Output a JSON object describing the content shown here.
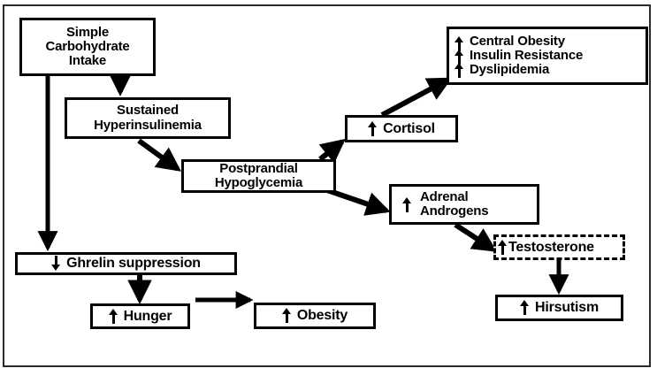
{
  "figure": {
    "type": "flowchart",
    "title": "Pathophysiologic cascade of simple carbohydrate intake",
    "border_color": "#2b2b2b",
    "node_border_color": "#000000",
    "background": "#ffffff"
  },
  "nodes": [
    {
      "id": "simple-carbohydrate-intake",
      "label": "Simple\nCarbohydrate\nIntake",
      "arrows": [],
      "border": "solid"
    },
    {
      "id": "sustained-hyperinsulinemia",
      "label": "Sustained\nHyperinsulinemia",
      "arrows": [],
      "border": "solid"
    },
    {
      "id": "postprandial-hypoglycemia",
      "label": "Postprandial\nHypoglycemia",
      "arrows": [],
      "border": "solid"
    },
    {
      "id": "cortisol",
      "label": "Cortisol",
      "arrows": [
        "up"
      ],
      "border": "solid"
    },
    {
      "id": "metabolic-syndrome",
      "label": "Central Obesity\nInsulin Resistance\nDyslipidemia",
      "arrows": [
        "up",
        "up",
        "up"
      ],
      "border": "solid"
    },
    {
      "id": "adrenal-androgens",
      "label": "Adrenal\nAndrogens",
      "arrows": [
        "up"
      ],
      "border": "solid"
    },
    {
      "id": "testosterone",
      "label": "Testosterone",
      "arrows": [
        "up"
      ],
      "border": "dashed"
    },
    {
      "id": "hirsutism",
      "label": "Hirsutism",
      "arrows": [
        "up"
      ],
      "border": "solid"
    },
    {
      "id": "ghrelin-suppression",
      "label": "Ghrelin suppression",
      "arrows": [
        "down"
      ],
      "border": "solid"
    },
    {
      "id": "hunger",
      "label": "Hunger",
      "arrows": [
        "up"
      ],
      "border": "solid"
    },
    {
      "id": "obesity",
      "label": "Obesity",
      "arrows": [
        "up"
      ],
      "border": "solid"
    }
  ],
  "edges": [
    {
      "from": "simple-carbohydrate-intake",
      "to": "sustained-hyperinsulinemia",
      "style": "straight-down"
    },
    {
      "from": "simple-carbohydrate-intake",
      "to": "ghrelin-suppression",
      "style": "long-down"
    },
    {
      "from": "sustained-hyperinsulinemia",
      "to": "postprandial-hypoglycemia",
      "style": "diagonal-down-right"
    },
    {
      "from": "postprandial-hypoglycemia",
      "to": "cortisol",
      "style": "diagonal-up-right"
    },
    {
      "from": "postprandial-hypoglycemia",
      "to": "adrenal-androgens",
      "style": "diagonal-down-right"
    },
    {
      "from": "cortisol",
      "to": "metabolic-syndrome",
      "style": "diagonal-up-right"
    },
    {
      "from": "adrenal-androgens",
      "to": "testosterone",
      "style": "diagonal-down-right"
    },
    {
      "from": "testosterone",
      "to": "hirsutism",
      "style": "straight-down"
    },
    {
      "from": "ghrelin-suppression",
      "to": "hunger",
      "style": "straight-down"
    },
    {
      "from": "hunger",
      "to": "obesity",
      "style": "straight-right"
    }
  ]
}
